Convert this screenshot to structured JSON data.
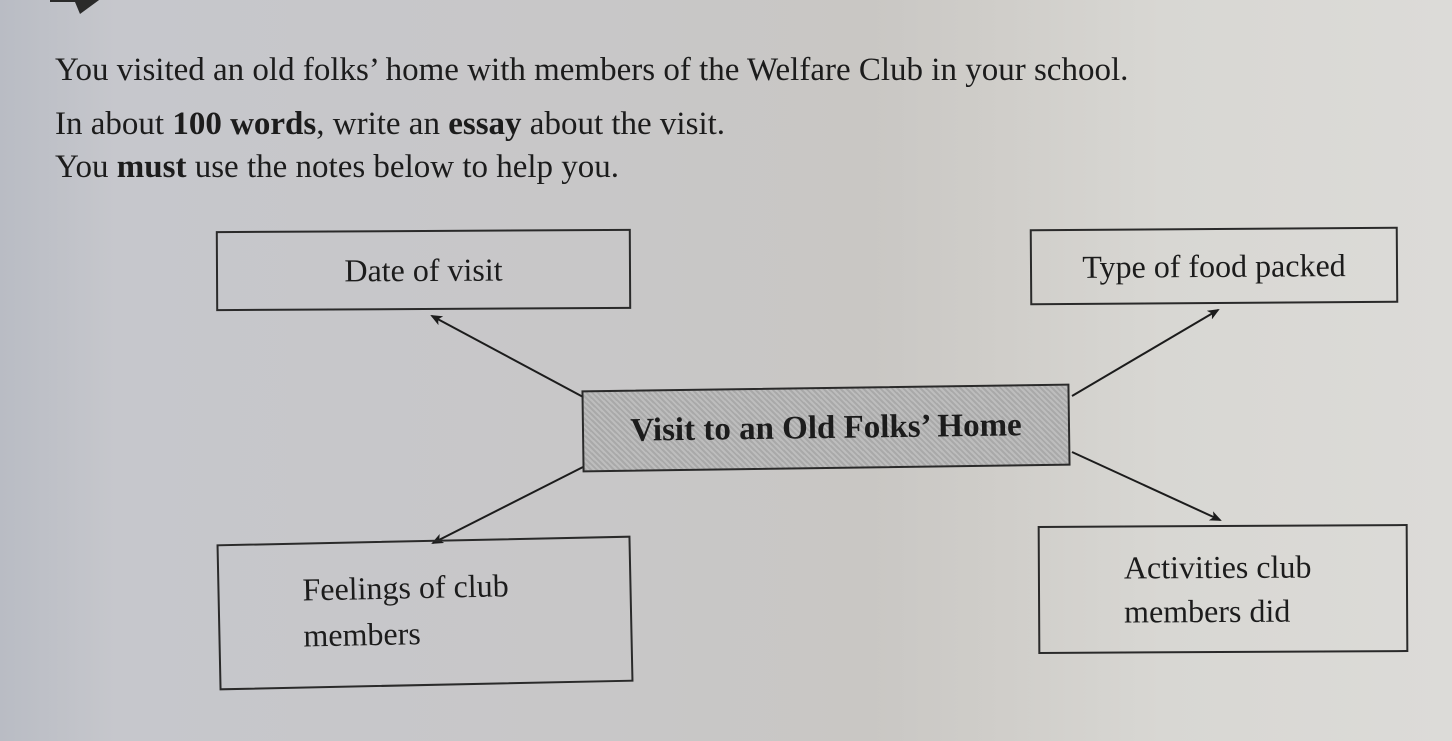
{
  "instructions": {
    "line1": "You visited an old folks’ home with members of the Welfare Club in your school.",
    "line2_prefix": "In about ",
    "line2_bold1": "100 words",
    "line2_mid": ", write an ",
    "line2_bold2": "essay",
    "line2_suffix": " about the visit.",
    "line3_prefix": "You ",
    "line3_bold": "must",
    "line3_suffix": " use the notes below to help you."
  },
  "diagram": {
    "center": "Visit to an Old Folks’ Home",
    "nodes": {
      "top_left": "Date of visit",
      "top_right": "Type of food packed",
      "bottom_left_line1": "Feelings of club",
      "bottom_left_line2": "members",
      "bottom_right_line1": "Activities club",
      "bottom_right_line2": "members did"
    }
  },
  "colors": {
    "text": "#1c1c1c",
    "center_fill": "#b3b3b3",
    "paper": "#c8c7c8"
  }
}
